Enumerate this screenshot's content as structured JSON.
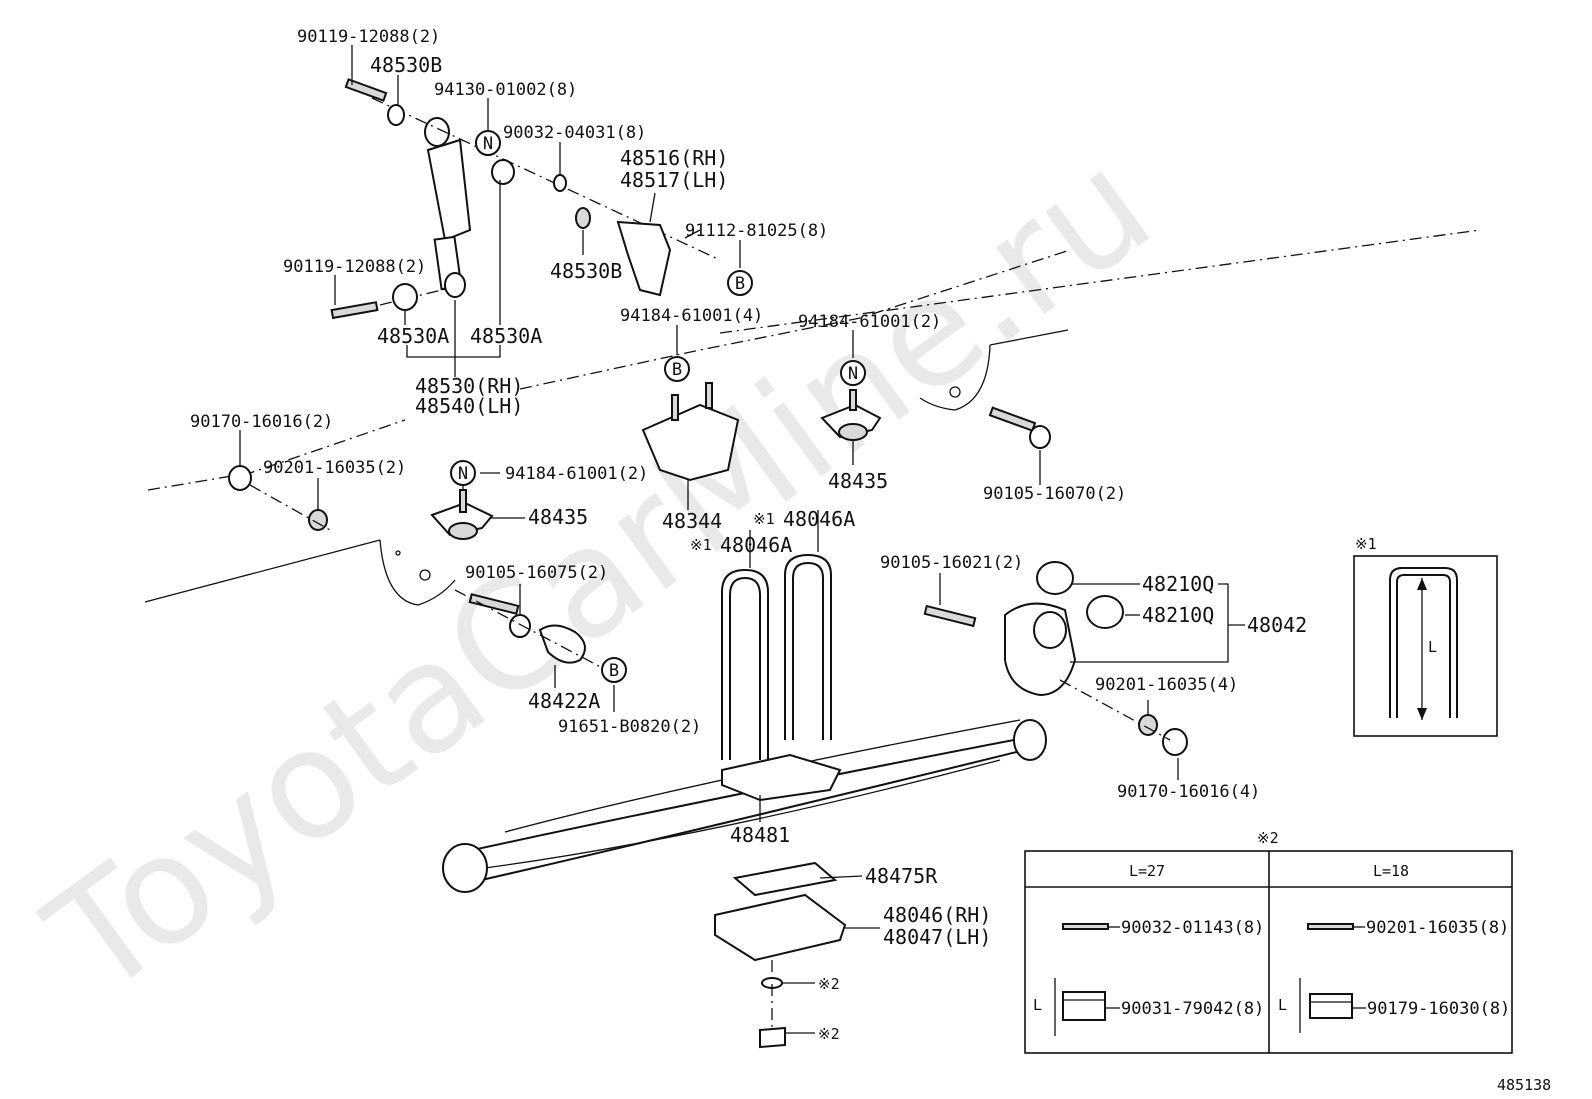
{
  "watermark": "ToyotaCarMine.ru",
  "figure_id": "485138",
  "symbols": {
    "circle_n": "N",
    "circle_b": "B",
    "note1": "※1",
    "note2": "※2",
    "L": "L"
  },
  "labels": {
    "p90119_top": "90119-12088(2)",
    "p48530b_top": "48530B",
    "p94130": "94130-01002(8)",
    "p90032_04031": "90032-04031(8)",
    "p48516": "48516(RH)",
    "p48517": "48517(LH)",
    "p91112": "91112-81025(8)",
    "p48530b_mid": "48530B",
    "p90119_mid": "90119-12088(2)",
    "p48530a_left": "48530A",
    "p48530a_right": "48530A",
    "p48530": "48530(RH)",
    "p48540": "48540(LH)",
    "p94184_4": "94184-61001(4)",
    "p94184_2_right": "94184-61001(2)",
    "p90170_left": "90170-16016(2)",
    "p90201_left": "90201-16035(2)",
    "p94184_2_left": "94184-61001(2)",
    "p48435_left": "48435",
    "p48344": "48344",
    "p48435_right": "48435",
    "p90105_16070": "90105-16070(2)",
    "p48046a_1": "48046A",
    "p48046a_2": "48046A",
    "p90105_16075": "90105-16075(2)",
    "p90105_16021": "90105-16021(2)",
    "p48210q_1": "48210Q",
    "p48210q_2": "48210Q",
    "p48042": "48042",
    "p48422a": "48422A",
    "p91651": "91651-B0820(2)",
    "p90201_right": "90201-16035(4)",
    "p90170_right": "90170-16016(4)",
    "p48481": "48481",
    "p48475r": "48475R",
    "p48046": "48046(RH)",
    "p48047": "48047(LH)"
  },
  "table2": {
    "col1_header": "L=27",
    "col2_header": "L=18",
    "col1_washer": "90032-01143(8)",
    "col1_nut": "90031-79042(8)",
    "col2_washer": "90201-16035(8)",
    "col2_nut": "90179-16030(8)"
  }
}
